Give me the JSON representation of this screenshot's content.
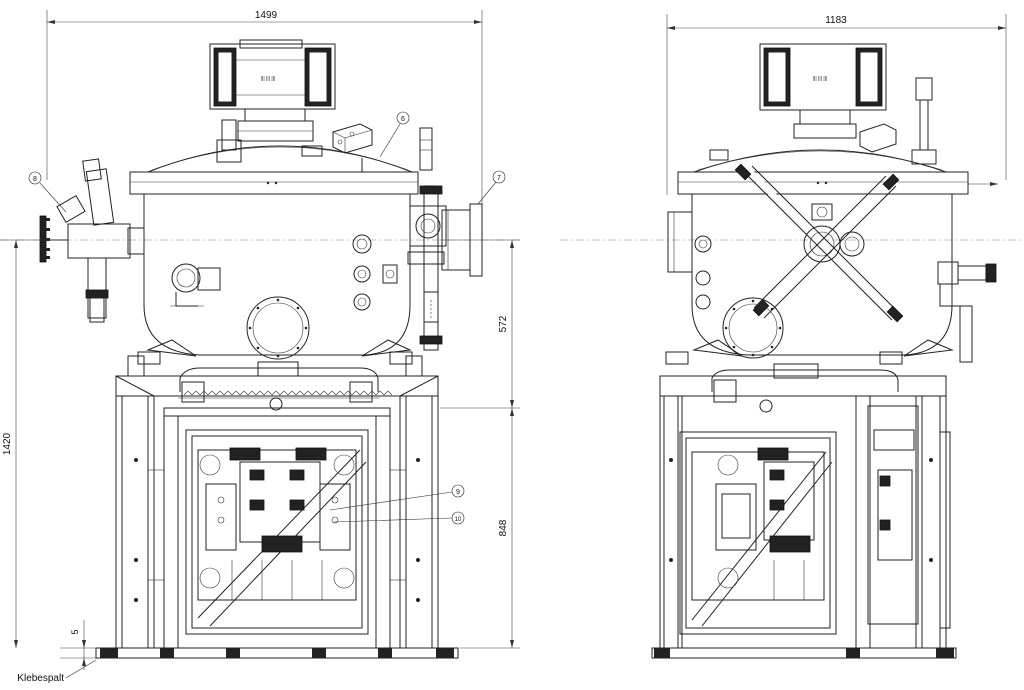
{
  "dimensions": {
    "left_width": "1499",
    "right_width": "1183",
    "height_total": "1420",
    "height_upper": "572",
    "height_lower": "848",
    "gap": "5"
  },
  "labels": {
    "klebespalt": "Klebespalt"
  },
  "callouts": [
    "6",
    "7",
    "8",
    "9",
    "10"
  ]
}
